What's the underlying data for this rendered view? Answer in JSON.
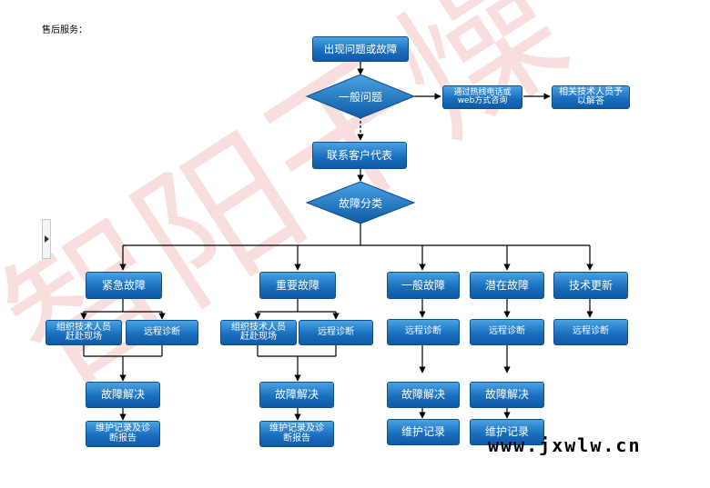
{
  "header": {
    "title": "售后服务："
  },
  "footer": {
    "site": "www.jxwlw.cn"
  },
  "watermark": {
    "color": "#f4c4c0",
    "text": "智阳干燥"
  },
  "colors": {
    "box_top": "#4aa3e2",
    "box_bottom": "#0f5aa6",
    "line": "#000000"
  },
  "flow": {
    "start": "出现问题或故障",
    "general_question": "一般问题",
    "hotline": "通过热线电话或web方式咨询",
    "tech_answer": "相关技术人员予以解答",
    "contact_rep": "联系客户代表",
    "classify": "故障分类",
    "categories": {
      "urgent": "紧急故障",
      "major": "重要故障",
      "general": "一般故障",
      "potential": "潜在故障",
      "tech_update": "技术更新"
    },
    "onsite_team": "组织技术人员赶赴现场",
    "remote_diag": "远程诊断",
    "resolve": "故障解决",
    "record_report": "维护记录及诊断报告",
    "record": "维护记录"
  }
}
